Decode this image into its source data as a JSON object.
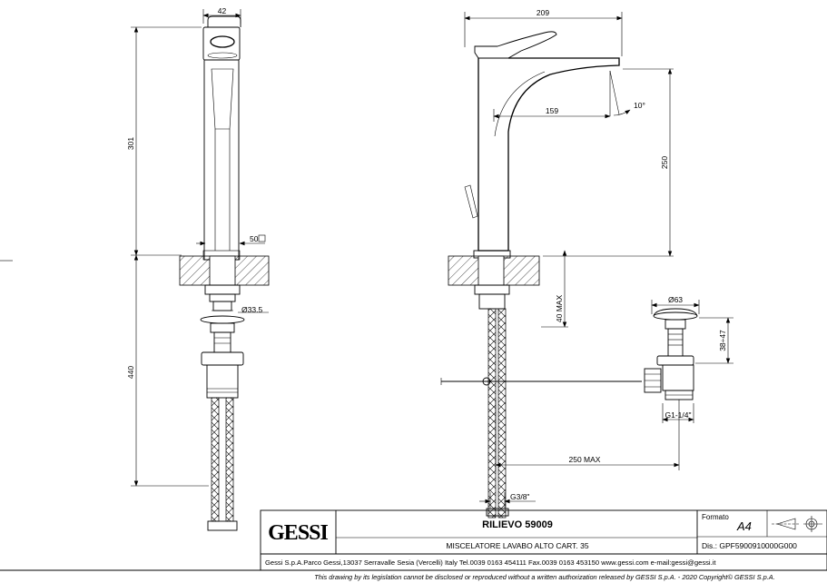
{
  "dimensions": {
    "body_width": "42",
    "body_height": "301",
    "hose_length": "440",
    "hole_diameter": "50",
    "shank_diameter": "33.5",
    "overall_length": "209",
    "spout_reach": "159",
    "spout_angle": "10°",
    "spout_height": "250",
    "deck_thickness": "40 MAX",
    "waste_diameter": "63",
    "waste_height": "38÷47",
    "waste_thread": "G1-1/4\"",
    "rod_length": "250 MAX",
    "hose_thread": "G3/8\""
  },
  "title_block": {
    "logo": "GESSI",
    "product": "RILIEVO 59009",
    "description": "MISCELATORE LAVABO ALTO CART. 35",
    "format_label": "Formato",
    "format_value": "A4",
    "drawing_number": "Dis.: GPF5900910000G000",
    "company": "Gessi S.p.A.Parco Gessi,13037 Serravalle Sesia (Vercelli) Italy Tel.0039 0163 454111 Fax.0039 0163 453150 www.gessi.com e-mail:gessi@gessi.it",
    "disclaimer": "This drawing by its legislation cannot be disclosed or reproduced without a written authorization released by GESSI S.p.A. - 2020 Copyright© GESSI S.p.A."
  }
}
